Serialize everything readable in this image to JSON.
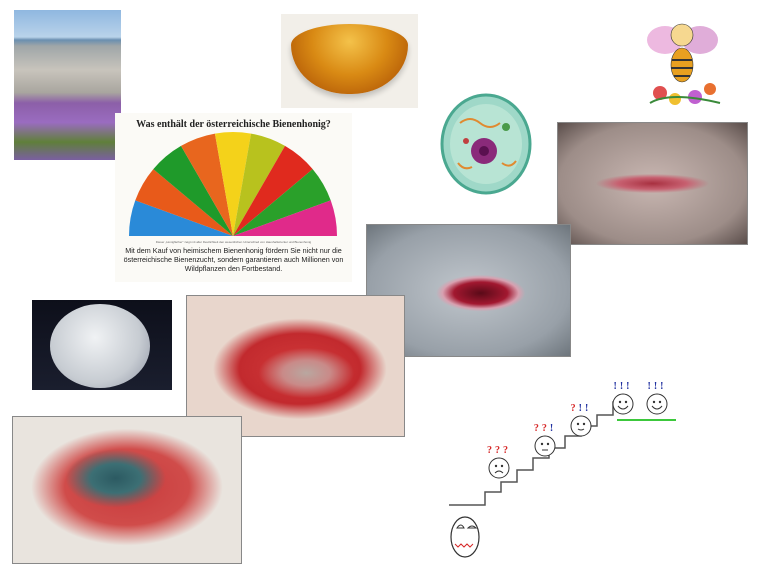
{
  "honey_chart": {
    "title": "Was enthält der österreichische Bienenhonig?",
    "caption": "Mit dem Kauf von heimischem Bienenhonig fördern Sie nicht nur die österreichische Bienenzucht, sondern garantieren auch Millionen von Wildpflanzen den Fortbestand.",
    "small_note": "Dieser „Honigfächer\" zeigt mit aller Deutlichkeit den wesentlichen Unterschied von Haushaltszucker und Bienenhonig",
    "segment_colors": [
      "#2a8ad8",
      "#e85a1a",
      "#1f9a2a",
      "#e8661e",
      "#f4d21a",
      "#b8c21e",
      "#e02a1e",
      "#2aa02a",
      "#e02a8a"
    ]
  },
  "stairs": {
    "stages": [
      {
        "marks": "???",
        "mood": "sad"
      },
      {
        "marks": "??!",
        "mood": "neutral"
      },
      {
        "marks": "?!!",
        "mood": "slight-smile"
      },
      {
        "marks": "!!!",
        "mood": "happy"
      },
      {
        "marks": "!!!",
        "mood": "happy"
      }
    ],
    "colors": {
      "question": "#d62828",
      "exclaim": "#2030a0",
      "goal": "#3cc83c"
    }
  }
}
